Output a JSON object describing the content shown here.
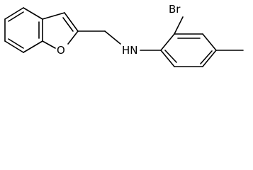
{
  "molecule": {
    "atoms": {
      "oxygen": "O",
      "amine": "HN",
      "bromine": "Br"
    }
  }
}
